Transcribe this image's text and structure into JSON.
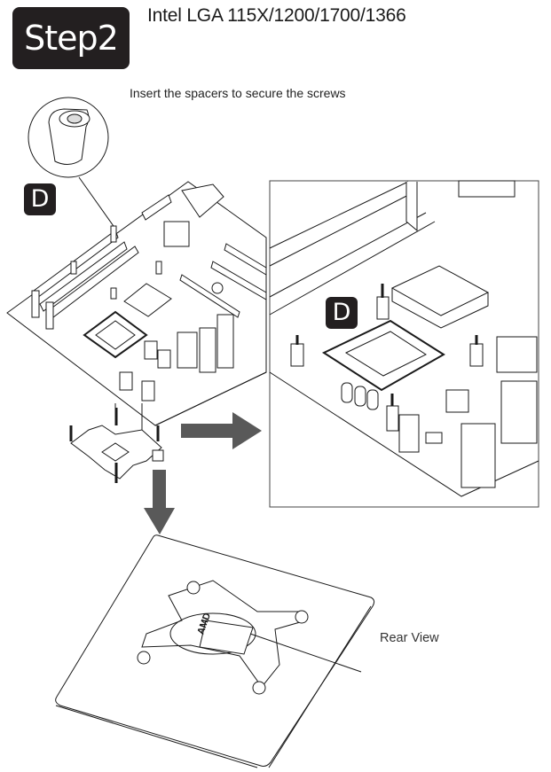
{
  "header": {
    "step_label": "Step2",
    "title": "Intel LGA 115X/1200/1700/1366"
  },
  "instruction": "Insert the spacers to secure the screws",
  "callouts": {
    "spacer_part_label": "D",
    "inset_part_label": "D"
  },
  "backplate": {
    "brand_mark": "AMD",
    "view_label": "Rear View"
  },
  "icons": {
    "arrow_right": "arrow-right-icon",
    "arrow_down": "arrow-down-icon"
  },
  "colors": {
    "badge_bg": "#231f20",
    "badge_text": "#ffffff",
    "arrow": "#595959",
    "line": "#1a1a1a"
  }
}
